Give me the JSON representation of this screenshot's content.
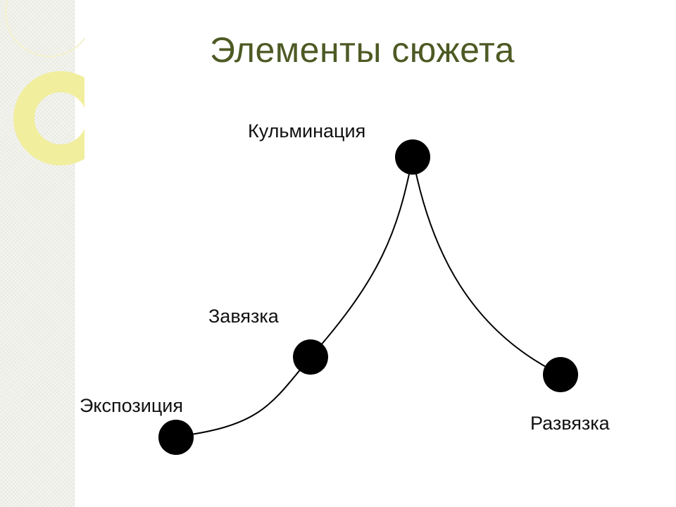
{
  "slide": {
    "title": "Элементы сюжета"
  },
  "decor": {
    "accent_color": "#f1ee9e",
    "title_color": "#4d5a24"
  },
  "diagram": {
    "nodes": [
      {
        "id": "exposition",
        "label": "Экспозиция"
      },
      {
        "id": "plot",
        "label": "Завязка"
      },
      {
        "id": "climax",
        "label": "Кульминация"
      },
      {
        "id": "resolution",
        "label": "Развязка"
      }
    ]
  }
}
